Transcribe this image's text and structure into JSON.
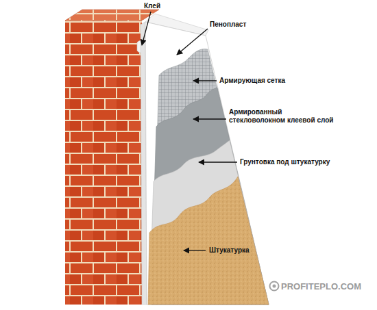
{
  "diagram": {
    "labels": [
      "Клей",
      "Пенопласт",
      "Армирующая сетка",
      "Армированный стекловолокном клеевой слой",
      "Грунтовка под штукатурку",
      "Штукатурка",
      "PROFITEPLO.COM"
    ]
  }
}
